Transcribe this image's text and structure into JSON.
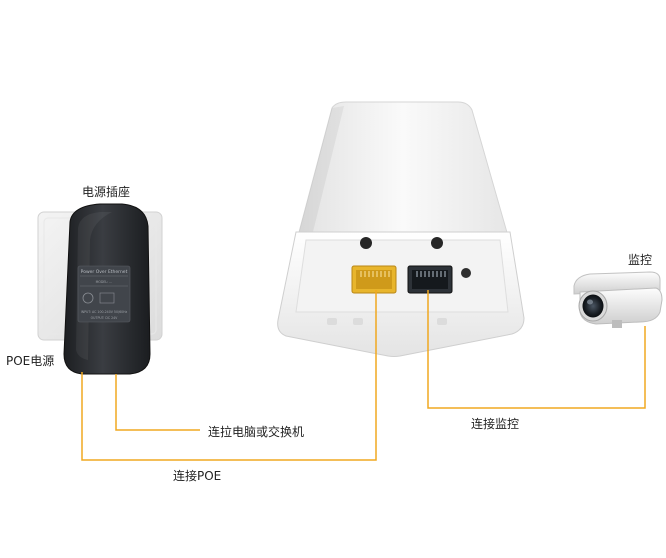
{
  "labels": {
    "outlet": "电源插座",
    "poe_power": "POE电源",
    "connect_pc_switch": "连拉电脑或交换机",
    "connect_poe": "连接POE",
    "monitoring": "监控",
    "connect_monitoring": "连接监控"
  },
  "adapter_label": {
    "line1": "Power Over Ethernet",
    "line2": "MODEL: ...",
    "line3": "INPUT: AC 100-240V 50/60Hz",
    "line4": "OUTPUT: DC 24V"
  },
  "colors": {
    "cable": "#f0a820",
    "adapter_body": "#2a2d31",
    "device_body": "#f1f1f1",
    "outlet_plate": "#ececec",
    "label_text": "#222222"
  }
}
